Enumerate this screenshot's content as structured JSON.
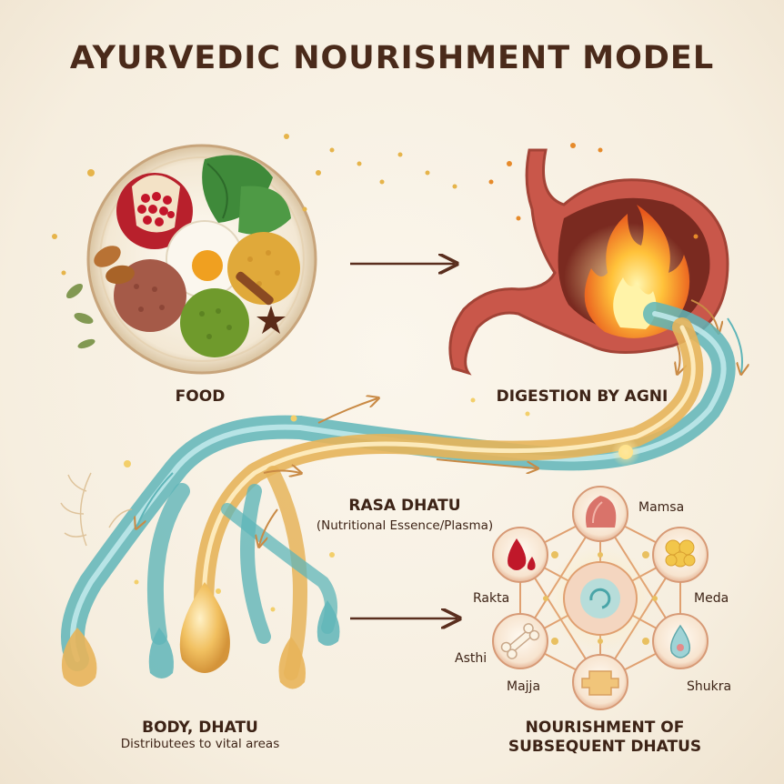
{
  "title": "AYURVEDIC NOURISHMENT MODEL",
  "stages": {
    "food": "FOOD",
    "digestion": "DIGESTION BY AGNI",
    "rasa_title": "RASA DHATU",
    "rasa_sub": "(Nutritional Essence/Plasma)",
    "body_title": "BODY, DHATU",
    "body_sub": "Distributees to vital areas",
    "nourish_line1": "NOURISHMENT OF",
    "nourish_line2": "SUBSEQUENT DHATUS"
  },
  "dhatus": {
    "mamsa": "Mamsa",
    "rakta": "Rakta",
    "meda": "Meda",
    "asthi": "Asthi",
    "majja": "Majja",
    "shukra": "Shukra"
  },
  "colors": {
    "title": "#4a2a1a",
    "teal": "#5fb5b8",
    "gold": "#e6b45a",
    "fire": "#f08a24",
    "stomach": "#c9574a",
    "arrow": "#5a2e1e"
  },
  "icons": [
    "food-plate-icon",
    "stomach-fire-icon",
    "essence-stream-icon",
    "dhatu-network-icon",
    "flesh-icon",
    "blood-drop-icon",
    "fat-icon",
    "bone-icon",
    "marrow-icon",
    "reproductive-drop-icon"
  ]
}
